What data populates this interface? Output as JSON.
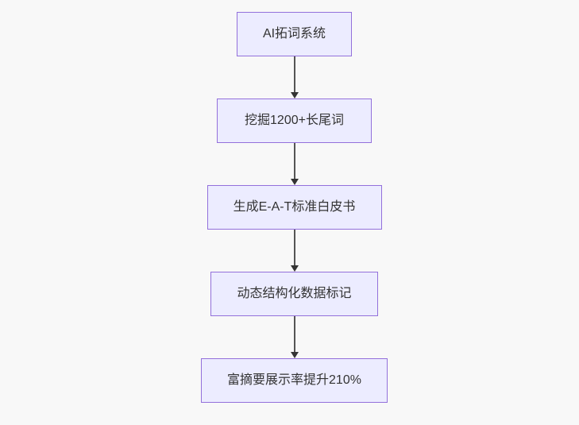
{
  "diagram": {
    "type": "flowchart",
    "direction": "top-down",
    "nodes": [
      {
        "id": "step-1",
        "label": "AI拓词系统"
      },
      {
        "id": "step-2",
        "label": "挖掘1200+长尾词"
      },
      {
        "id": "step-3",
        "label": "生成E-A-T标准白皮书"
      },
      {
        "id": "step-4",
        "label": "动态结构化数据标记"
      },
      {
        "id": "step-5",
        "label": "富摘要展示率提升210%"
      }
    ],
    "edges": [
      {
        "from": "step-1",
        "to": "step-2",
        "style": "arrow-down"
      },
      {
        "from": "step-2",
        "to": "step-3",
        "style": "arrow-down"
      },
      {
        "from": "step-3",
        "to": "step-4",
        "style": "arrow-down"
      },
      {
        "from": "step-4",
        "to": "step-5",
        "style": "arrow-down"
      }
    ],
    "colors": {
      "node_fill": "#ececff",
      "node_border": "#9370db",
      "edge": "#555555",
      "arrowhead": "#333333",
      "text": "#333333",
      "background": "#f8f8f8"
    }
  }
}
